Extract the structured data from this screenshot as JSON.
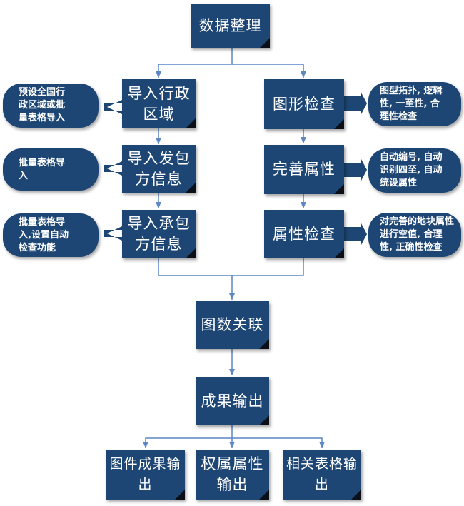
{
  "nodes": {
    "data_sort": "数据整理",
    "import_admin": "导入行政\n区域",
    "graphic_check": "图形检查",
    "import_contractor": "导入发包\n方信息",
    "improve_attr": "完善属性",
    "import_contractee": "导入承包\n方信息",
    "attr_check": "属性检查",
    "link": "图数关联",
    "output": "成果输出",
    "out_map": "图件成果输\n出",
    "out_rights": "权属属性\n输出",
    "out_tables": "相关表格输\n出"
  },
  "notes": {
    "admin": "预设全国行\n政区域或批\n量表格导入",
    "contractor": "批量表格导\n入",
    "contractee": "批量表格导\n入,设置自动\n检查功能",
    "graphic": "图型拓扑, 逻辑\n性, 一至性, 合\n理性检查",
    "improve": "自动编号, 自动\n识别四至, 自动\n统设属性",
    "attr": "对完善的地块属性\n进行空值, 合理\n性, 正确性检查"
  }
}
